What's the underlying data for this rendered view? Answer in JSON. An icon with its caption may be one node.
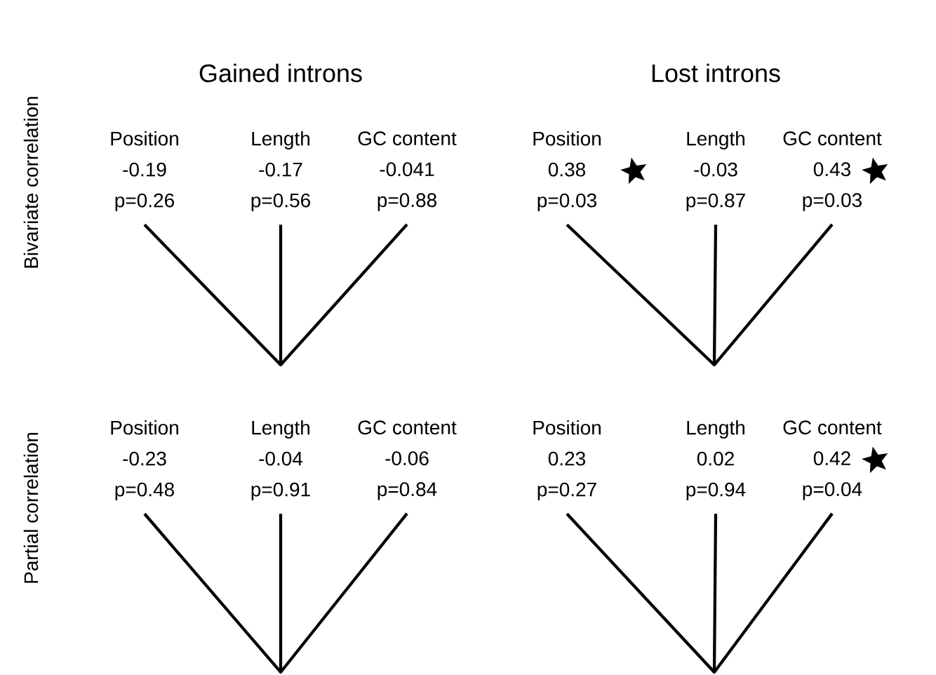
{
  "diagram": {
    "nodes": [
      {
        "text": [
          "Position",
          "-0.19",
          "p=0.26"
        ]
      },
      {
        "text": [
          "Length",
          "-0.17",
          "p=0.56"
        ]
      },
      {
        "text": [
          "GC content",
          "-0.041",
          "p=0.88"
        ]
      },
      {
        "text": [
          "Position",
          "0.38",
          "p=0.03"
        ]
      },
      {
        "text": [],
        "shape": "star"
      },
      {
        "text": [
          "Length",
          "-0.03",
          "p=0.87"
        ]
      },
      {
        "text": [
          "GC content",
          "0.43",
          "p=0.03"
        ]
      },
      {
        "text": [],
        "shape": "star"
      },
      {
        "text": [],
        "shape": "point"
      },
      {
        "text": [],
        "shape": "point"
      },
      {
        "text": [
          "Position",
          "-0.23",
          "p=0.48"
        ]
      },
      {
        "text": [
          "Length",
          "-0.04",
          "p=0.91"
        ]
      },
      {
        "text": [
          "GC content",
          "-0.06",
          "p=0.84"
        ]
      },
      {
        "text": [
          "Position",
          "0.23",
          "p=0.27"
        ]
      },
      {
        "text": [
          "Length",
          "0.02",
          "p=0.94"
        ]
      },
      {
        "text": [
          "GC content",
          "0.42",
          "p=0.04"
        ]
      },
      {
        "text": [],
        "shape": "star"
      },
      {
        "text": [],
        "shape": "point"
      },
      {
        "text": [],
        "shape": "point"
      }
    ],
    "edges": [
      {
        "from": 0,
        "to": 8,
        "arrow": "none"
      },
      {
        "from": 1,
        "to": 8,
        "arrow": "none"
      },
      {
        "from": 2,
        "to": 8,
        "arrow": "none"
      },
      {
        "from": 3,
        "to": 9,
        "arrow": "none"
      },
      {
        "from": 5,
        "to": 9,
        "arrow": "none"
      },
      {
        "from": 6,
        "to": 9,
        "arrow": "none"
      },
      {
        "from": 10,
        "to": 17,
        "arrow": "none"
      },
      {
        "from": 11,
        "to": 17,
        "arrow": "none"
      },
      {
        "from": 12,
        "to": 17,
        "arrow": "none"
      },
      {
        "from": 13,
        "to": 18,
        "arrow": "none"
      },
      {
        "from": 14,
        "to": 18,
        "arrow": "none"
      },
      {
        "from": 15,
        "to": 18,
        "arrow": "none"
      }
    ],
    "labels": [
      "Gained introns",
      "Lost introns",
      "Bivariate correlation",
      "Partial correlation"
    ]
  }
}
